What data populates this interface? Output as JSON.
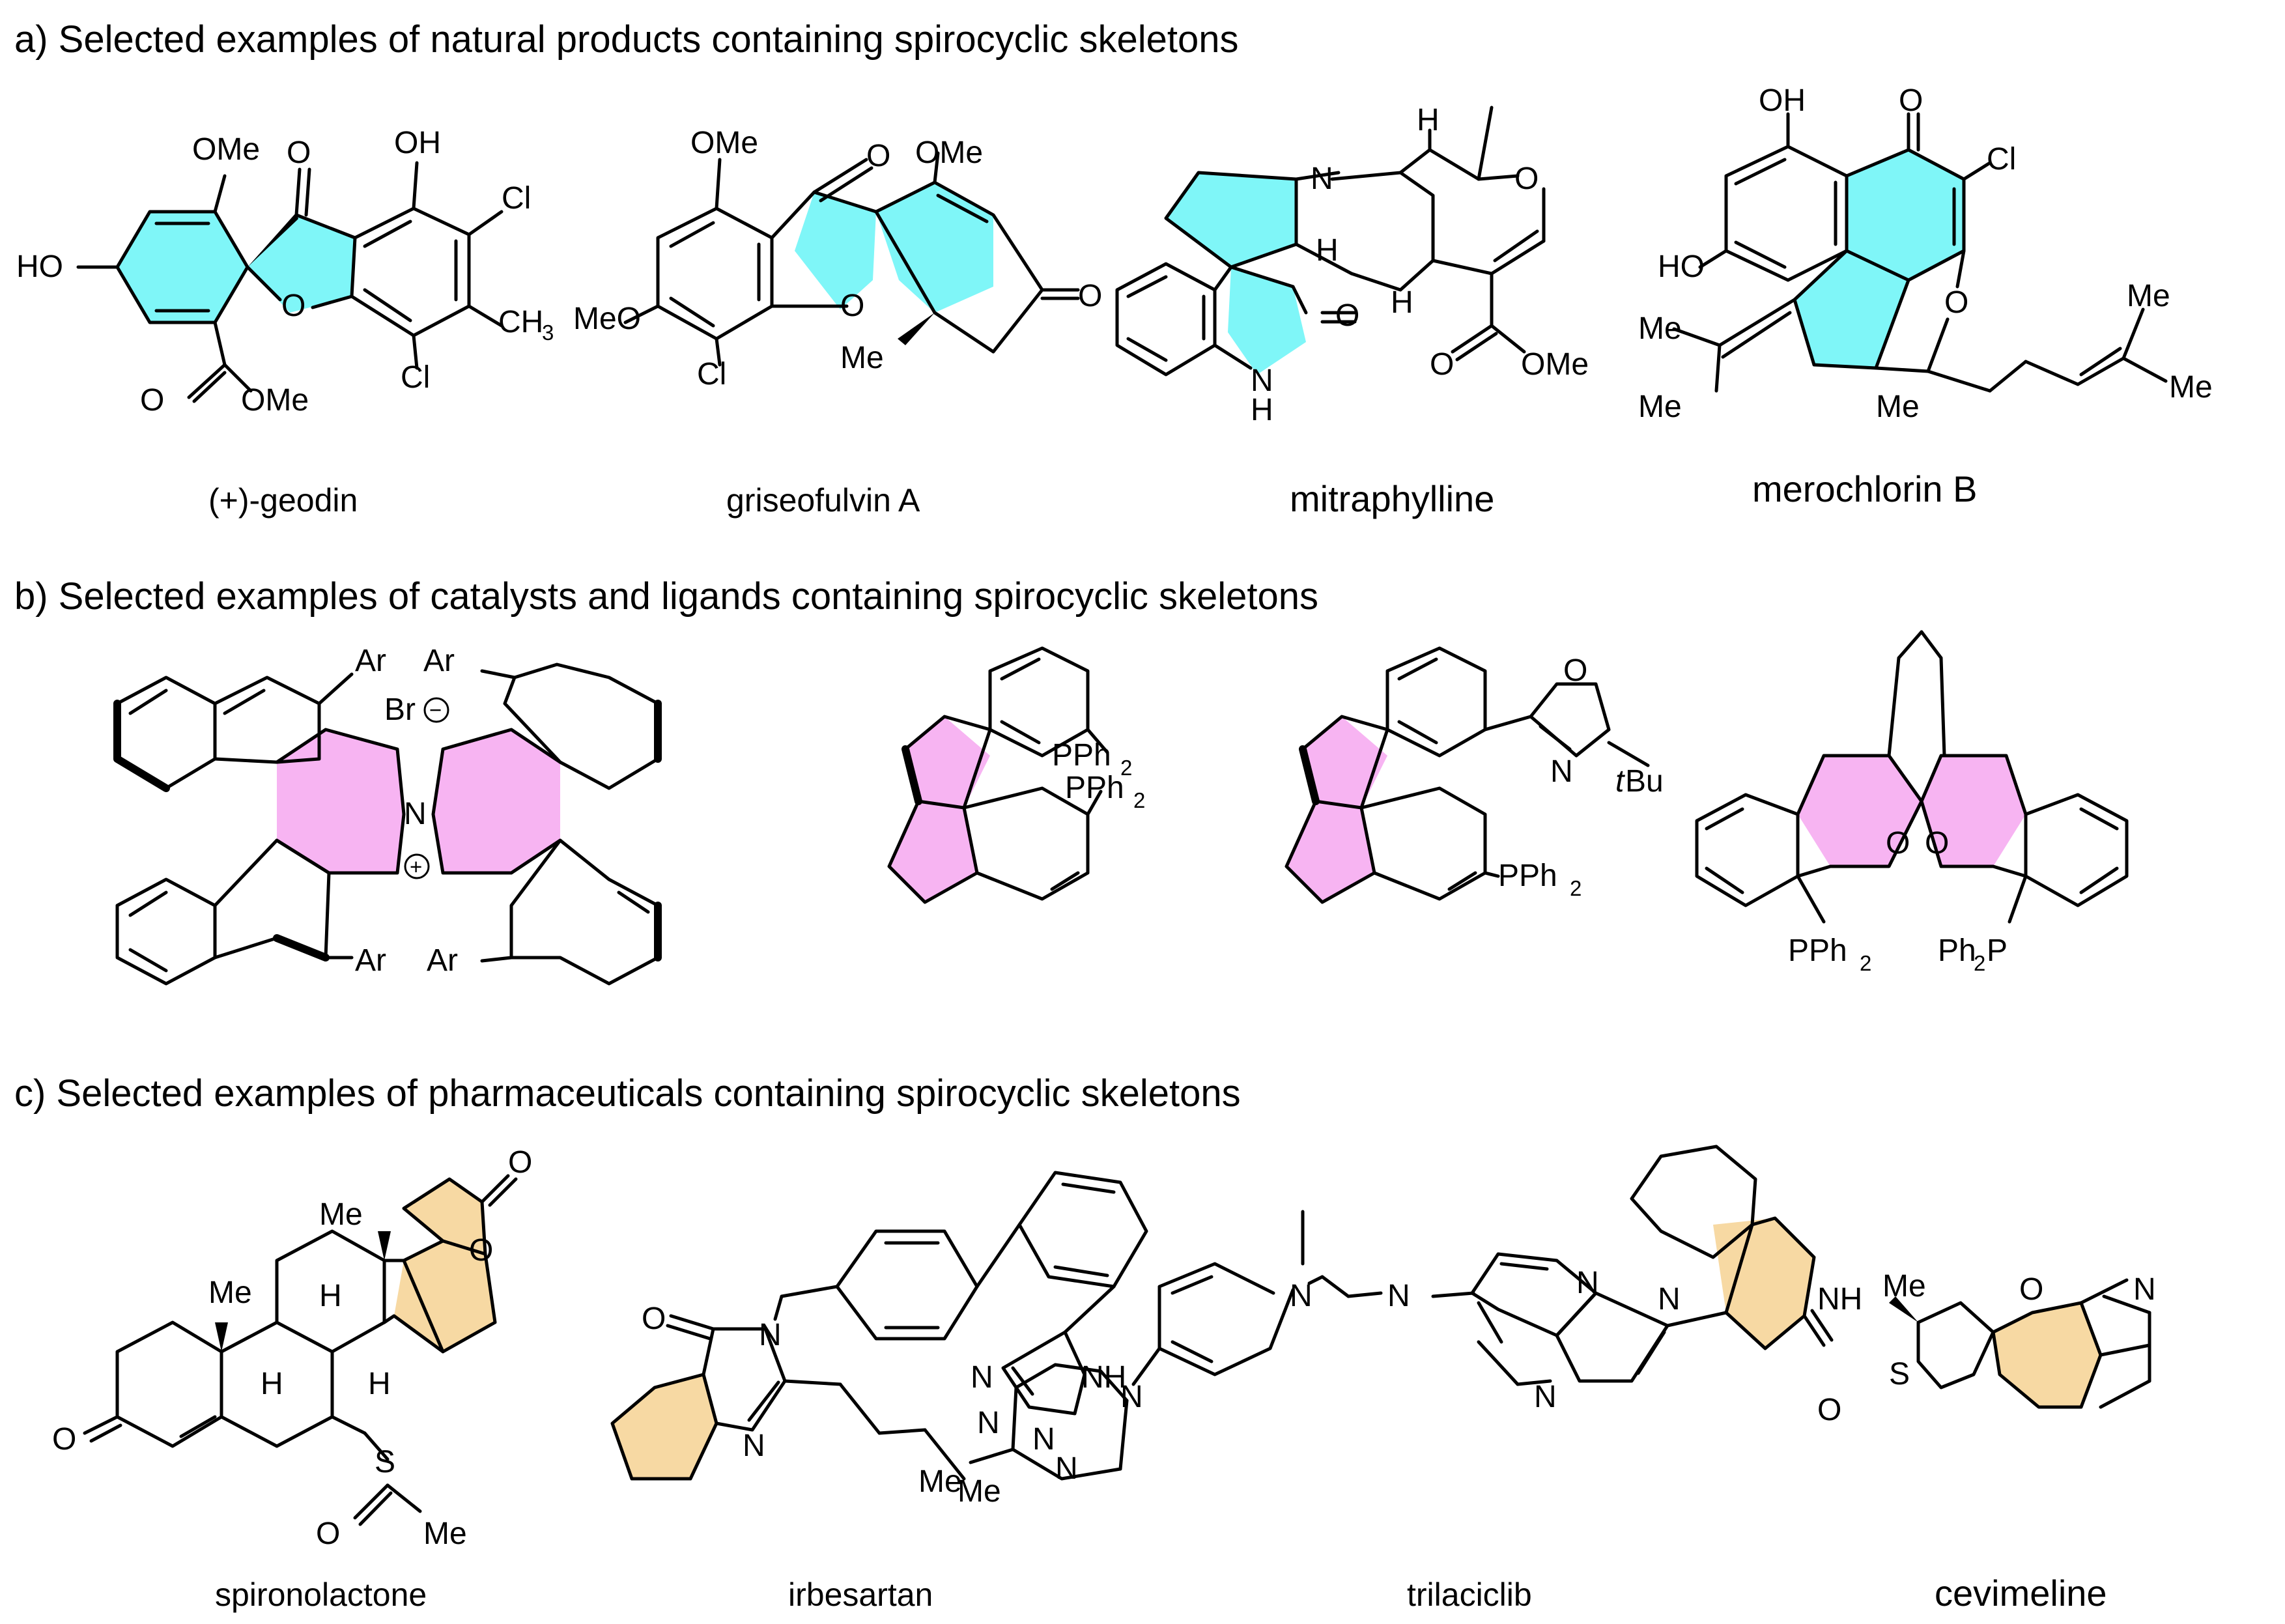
{
  "sections": {
    "a": {
      "title": "a) Selected examples of natural products containing spirocyclic skeletons"
    },
    "b": {
      "title": "b) Selected examples of catalysts and ligands containing spirocyclic skeletons"
    },
    "c": {
      "title": "c) Selected examples of pharmaceuticals containing spirocyclic skeletons"
    }
  },
  "compounds": {
    "geodin": "(+)-geodin",
    "griseofulvin": "griseofulvin A",
    "mitraphylline": "mitraphylline",
    "merochlorin": "merochlorin B",
    "spironolactone": "spironolactone",
    "irbesartan": "irbesartan",
    "trilaciclib": "trilaciclib",
    "cevimeline": "cevimeline"
  },
  "atoms": {
    "OMe": "OMe",
    "O": "O",
    "OH": "OH",
    "Cl": "Cl",
    "HO": "HO",
    "CH3": "CH",
    "sub3": "3",
    "MeO": "MeO",
    "Me": "Me",
    "N": "N",
    "H": "H",
    "NH": "NH",
    "Ar": "Ar",
    "Br": "Br",
    "PPh2": "PPh",
    "sub2": "2",
    "Ph2P_a": "Ph",
    "Ph2P_b": "P",
    "tBu_t": "t",
    "tBu_b": "Bu",
    "S": "S",
    "minus": "−",
    "plus": "+"
  },
  "colors": {
    "section_a": "#7ff6f8",
    "section_b": "#f7b4f2",
    "section_c": "#f7d9a3"
  }
}
